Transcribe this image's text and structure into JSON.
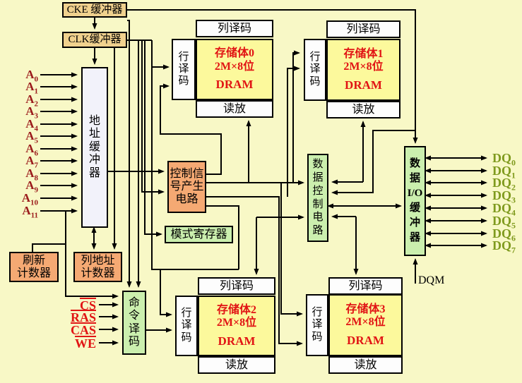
{
  "buffers": {
    "cke": "CKE 缓冲器",
    "clk": "CLK缓冲器"
  },
  "address_buffer": {
    "label": "地\n址\n缓\n冲\n器"
  },
  "address_lines": [
    {
      "base": "A",
      "sub": "0"
    },
    {
      "base": "A",
      "sub": "1"
    },
    {
      "base": "A",
      "sub": "2"
    },
    {
      "base": "A",
      "sub": "3"
    },
    {
      "base": "A",
      "sub": "4"
    },
    {
      "base": "A",
      "sub": "5"
    },
    {
      "base": "A",
      "sub": "6"
    },
    {
      "base": "A",
      "sub": "7"
    },
    {
      "base": "A",
      "sub": "8"
    },
    {
      "base": "A",
      "sub": "9"
    },
    {
      "base": "A",
      "sub": "10"
    },
    {
      "base": "A",
      "sub": "11"
    }
  ],
  "refresh_counter": {
    "label": "刷新\n计数器"
  },
  "column_address_counter": {
    "label": "列地址\n计数器"
  },
  "command_decoder": {
    "label": "命\n令\n译\n码"
  },
  "control_inputs": [
    {
      "label": "CS"
    },
    {
      "label": "RAS"
    },
    {
      "label": "CAS"
    },
    {
      "label": "WE"
    }
  ],
  "control_signal_generator": {
    "label": "控制信\n号产生\n电路"
  },
  "mode_register": {
    "label": "模式寄存器"
  },
  "banks": [
    {
      "column_decoder": "列译码",
      "row_decoder": "行\n译\n码",
      "name": "存储体0",
      "size": "2M×8位",
      "type": "DRAM",
      "sense_amp": "读放"
    },
    {
      "column_decoder": "列译码",
      "row_decoder": "行\n译\n码",
      "name": "存储体1",
      "size": "2M×8位",
      "type": "DRAM",
      "sense_amp": "读放"
    },
    {
      "column_decoder": "列译码",
      "row_decoder": "行\n译\n码",
      "name": "存储体2",
      "size": "2M×8位",
      "type": "DRAM",
      "sense_amp": "读放"
    },
    {
      "column_decoder": "列译码",
      "row_decoder": "行\n译\n码",
      "name": "存储体3",
      "size": "2M×8位",
      "type": "DRAM",
      "sense_amp": "读放"
    }
  ],
  "data_control": {
    "label": "数\n据\n控\n制\n电\n路"
  },
  "data_io_buffer": {
    "label": "数\n据\nI/O\n缓\n冲\n器"
  },
  "dq_lines": [
    {
      "base": "DQ",
      "sub": "0"
    },
    {
      "base": "DQ",
      "sub": "1"
    },
    {
      "base": "DQ",
      "sub": "2"
    },
    {
      "base": "DQ",
      "sub": "3"
    },
    {
      "base": "DQ",
      "sub": "4"
    },
    {
      "base": "DQ",
      "sub": "5"
    },
    {
      "base": "DQ",
      "sub": "6"
    },
    {
      "base": "DQ",
      "sub": "7"
    }
  ],
  "dqm_label": "DQM",
  "colors": {
    "background": "#f8f8c6",
    "buffer_box": "#f0d18e",
    "counter_box": "#f5a973",
    "green_box": "#cbefae",
    "bank_fill": "#fcf99c",
    "bank_text": "#e11414",
    "address_label": "#9b1c1c",
    "control_label": "#e11414",
    "dq_label": "#7f9a1d",
    "wire": "#000000"
  }
}
